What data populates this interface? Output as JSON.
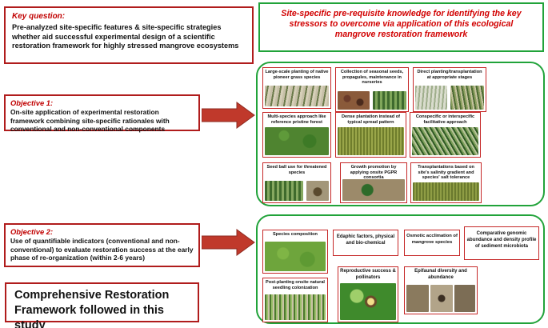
{
  "key_question": {
    "title": "Key question:",
    "body": "Pre-analyzed site-specific features & site-specific strategies whether aid successful experimental design of a scientific restoration framework for highly stressed mangrove ecosystems"
  },
  "header": {
    "text": "Site-specific pre-requisite knowledge for identifying the key stressors to overcome via application of this ecological mangrove restoration framework"
  },
  "objective1": {
    "title": "Objective 1:",
    "body": "On-site application of experimental restoration framework combining site-specific rationales with conventional and non-conventional components"
  },
  "objective2": {
    "title": "Objective 2:",
    "body": "Use of quantifiable indicators (conventional and non-conventional) to evaluate restoration success at the early phase of re-organization (within 2-6 years)"
  },
  "comprehensive": {
    "line1": "Comprehensive Restoration",
    "line2": "Framework followed in this study"
  },
  "panel1": {
    "cards": [
      {
        "label": "Large-scale planting of native pioneer grass species"
      },
      {
        "label": "Collection of seasonal seeds, propagules, maintenance in nurseries"
      },
      {
        "label": "Direct planting/transplantation at appropriate stages"
      },
      {
        "label": "Multi-species approach like reference pristine forest"
      },
      {
        "label": "Dense plantation instead of typical spread pattern"
      },
      {
        "label": "Conspecific or interspecific facilitative approach"
      },
      {
        "label": "Seed ball use for threatened species"
      },
      {
        "label": "Growth promotion by applying onsite PGPR consortia"
      },
      {
        "label": "Transplantations based on site's salinity gradient and species' salt tolerance"
      }
    ]
  },
  "panel2": {
    "cards": [
      {
        "label": "Species composition"
      },
      {
        "label": "Edaphic factors, physical and bio-chemical"
      },
      {
        "label": "Osmotic acclimation of mangrove species"
      },
      {
        "label": "Comparative genomic abundance and density profile of sediment microbiota"
      },
      {
        "label": "Post-planting onsite natural seedling colonization"
      },
      {
        "label": "Reproductive success & pollinators"
      },
      {
        "label": "Epifaunal diversity and abundance"
      }
    ]
  },
  "colors": {
    "red_border": "#b01c1c",
    "red_text": "#c00000",
    "green_border": "#21a33a",
    "arrow_red": "#c0392b"
  }
}
